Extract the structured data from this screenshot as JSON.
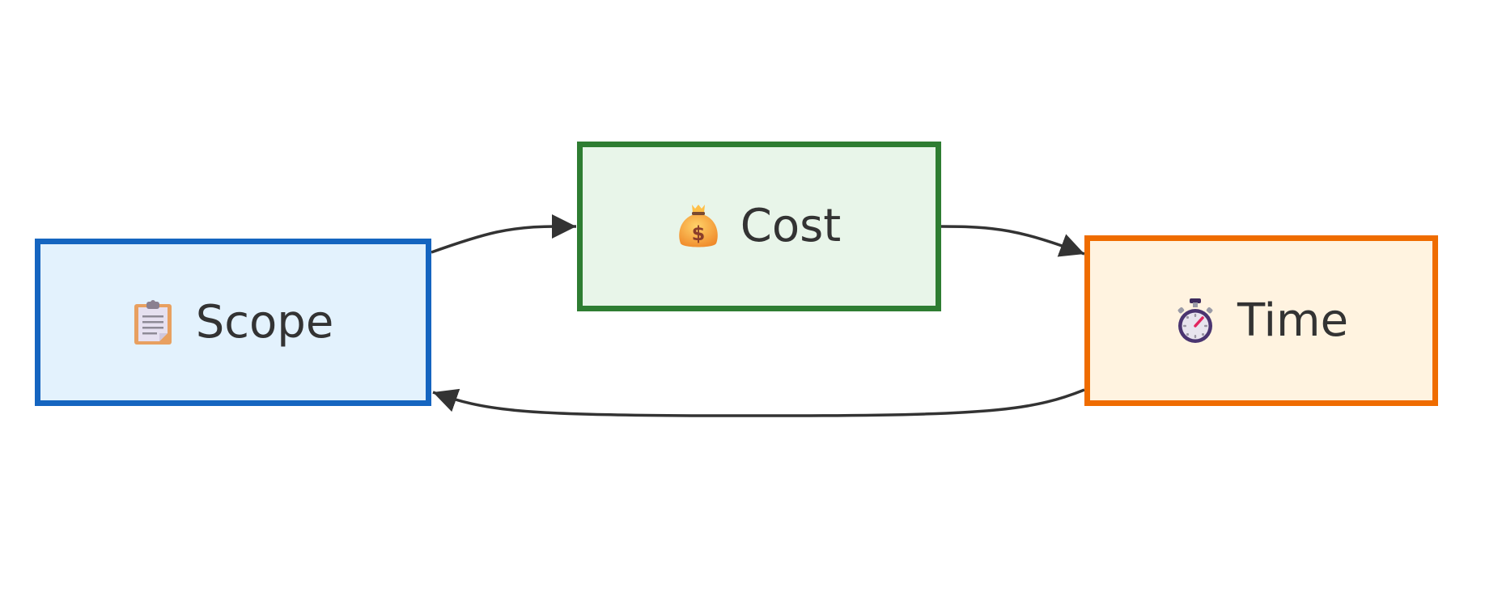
{
  "diagram": {
    "type": "flowchart",
    "nodes": [
      {
        "id": "scope",
        "label": "Scope",
        "icon": "clipboard-icon",
        "fill": "#e3f2fd",
        "stroke": "#1565c0"
      },
      {
        "id": "cost",
        "label": "Cost",
        "icon": "money-bag-icon",
        "fill": "#e8f5e9",
        "stroke": "#2e7d32"
      },
      {
        "id": "time",
        "label": "Time",
        "icon": "stopwatch-icon",
        "fill": "#fff3e0",
        "stroke": "#ef6c00"
      }
    ],
    "edges": [
      {
        "from": "scope",
        "to": "cost"
      },
      {
        "from": "cost",
        "to": "time"
      },
      {
        "from": "time",
        "to": "scope"
      }
    ],
    "edge_color": "#333333"
  }
}
